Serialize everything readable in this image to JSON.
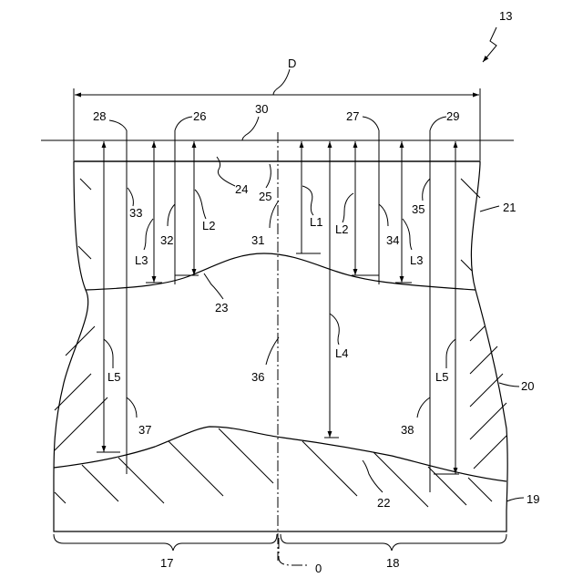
{
  "labels": {
    "n13": "13",
    "D": "D",
    "n30": "30",
    "n28": "28",
    "n26": "26",
    "n27": "27",
    "n29": "29",
    "n24": "24",
    "n25": "25",
    "n33": "33",
    "n32": "32",
    "L2a": "L2",
    "L1": "L1",
    "L2b": "L2",
    "n34": "34",
    "n35": "35",
    "n21": "21",
    "L3a": "L3",
    "n31": "31",
    "L3b": "L3",
    "n23": "23",
    "L4": "L4",
    "L5a": "L5",
    "n36": "36",
    "L5b": "L5",
    "n20": "20",
    "n37": "37",
    "n38": "38",
    "n22": "22",
    "n19": "19",
    "n17": "17",
    "n0": "0",
    "n18": "18"
  }
}
